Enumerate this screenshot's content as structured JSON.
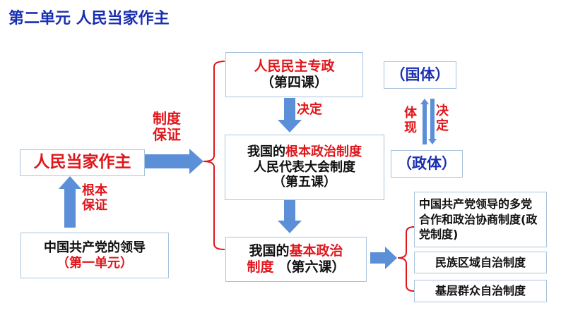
{
  "title": "第二单元  人民当家作主",
  "main_node": "人民当家作主",
  "party": {
    "line1": "中国共产党的领导",
    "line2": "（第一单元）"
  },
  "label_root": {
    "l1": "根本",
    "l2": "保证"
  },
  "label_system": {
    "l1": "制度",
    "l2": "保证"
  },
  "dictatorship": {
    "line1": "人民民主专政",
    "line2": "（第四课）"
  },
  "decide_label": "决定",
  "fundamental": {
    "prefix": "我国的",
    "highlight": "根本政治制度",
    "line2": "人民代表大会制度",
    "line3": "（第五课）"
  },
  "basic": {
    "prefix": "我国的",
    "highlight": "基本政治",
    "highlight2": "制度",
    "suffix": "（第六课）"
  },
  "state_system": "（国体）",
  "government_system": "（政体）",
  "embody_label": {
    "l1": "体",
    "l2": "现"
  },
  "decide_label2": {
    "l1": "决",
    "l2": "定"
  },
  "basic_systems": [
    "中国共产党领导的多党合作和政治协商制度(政党制度)",
    "民族区域自治制度",
    "基层群众自治制度"
  ],
  "colors": {
    "red": "#e0161b",
    "blue_title": "#1a2fb0",
    "arrow": "#5b8fd8",
    "border": "#a9c4dc"
  }
}
